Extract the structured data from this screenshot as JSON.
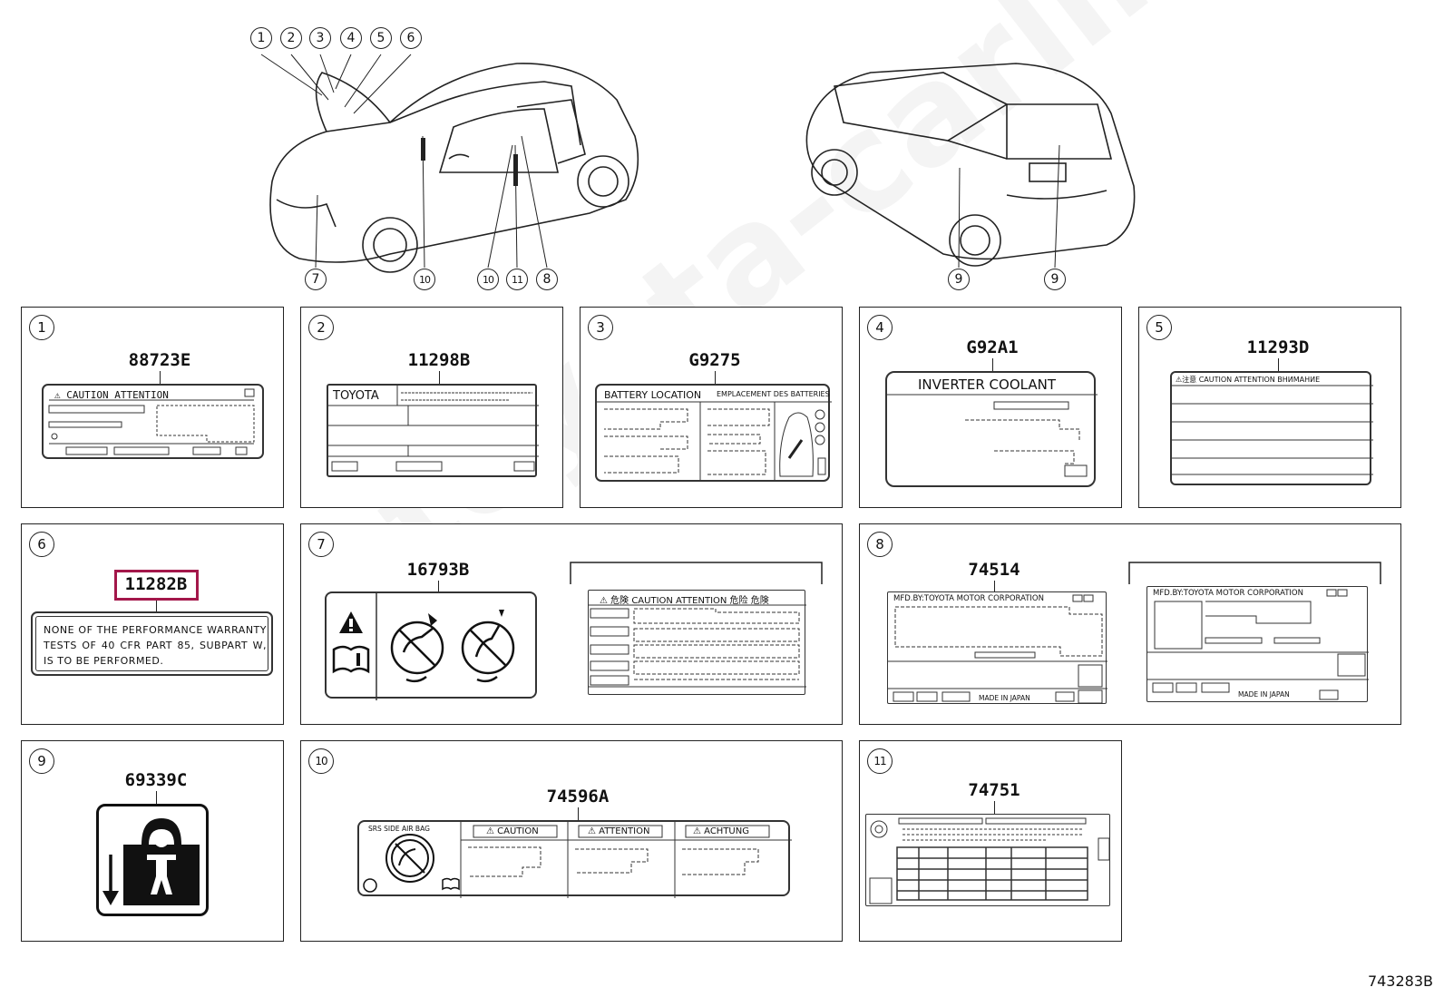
{
  "diagram_id": "743283B",
  "watermark": "toyota-carline.ru",
  "car_callouts_front": [
    "1",
    "2",
    "3",
    "4",
    "5",
    "6",
    "7",
    "10",
    "10",
    "11",
    "8"
  ],
  "car_callouts_rear": [
    "9",
    "9"
  ],
  "panels": [
    {
      "num": "1",
      "part": "88723E",
      "text": "CAUTION  ATTENTION"
    },
    {
      "num": "2",
      "part": "11298B",
      "text": "TOYOTA"
    },
    {
      "num": "3",
      "part": "G9275",
      "text": "BATTERY LOCATION",
      "text2": "EMPLACEMENT DES BATTERIES"
    },
    {
      "num": "4",
      "part": "G92A1",
      "text": "INVERTER  COOLANT"
    },
    {
      "num": "5",
      "part": "11293D",
      "text": "⚠注意 CAUTION ATTENTION ВНИМАНИЕ"
    },
    {
      "num": "6",
      "part": "11282B",
      "text": "NONE OF THE PERFORMANCE WARRANTY TESTS OF 40 CFR PART 85, SUBPART W, IS TO BE PERFORMED."
    },
    {
      "num": "7",
      "part": "16793B",
      "text": "⚠ 危険 CAUTION ATTENTION 危险 危険"
    },
    {
      "num": "8",
      "part": "74514",
      "text": "MFD.BY:TOYOTA MOTOR CORPORATION",
      "text2": "MADE IN JAPAN"
    },
    {
      "num": "9",
      "part": "69339C"
    },
    {
      "num": "10",
      "part": "74596A",
      "text": "SRS SIDE AIR BAG",
      "caution": "CAUTION",
      "attention": "ATTENTION",
      "achtung": "ACHTUNG"
    },
    {
      "num": "11",
      "part": "74751"
    }
  ]
}
